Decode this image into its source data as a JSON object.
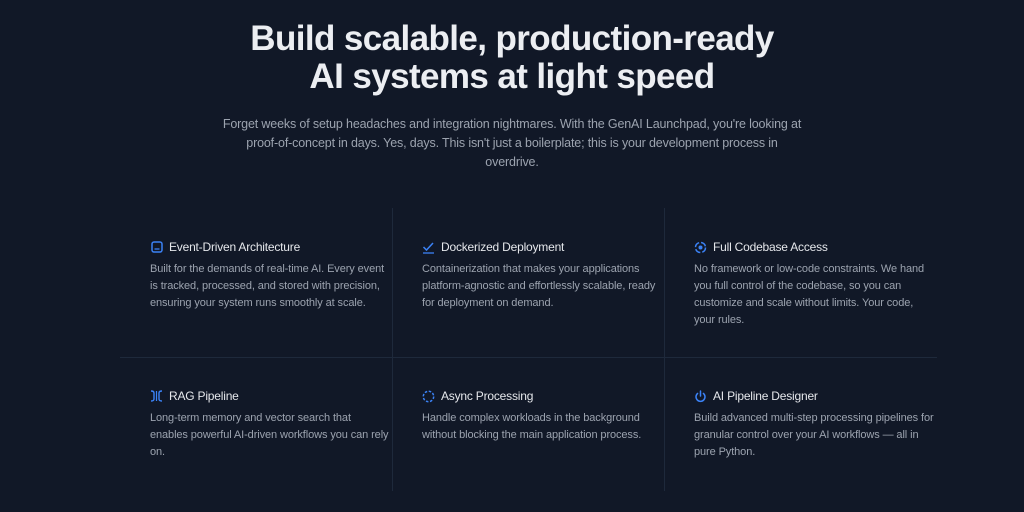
{
  "hero": {
    "title_line1": "Build scalable, production-ready",
    "title_line2": "AI systems at light speed",
    "subtitle": "Forget weeks of setup headaches and integration nightmares. With the GenAI Launchpad, you're looking at proof-of-concept in days. Yes, days. This isn't just a boilerplate; this is your development process in overdrive."
  },
  "colors": {
    "background": "#111827",
    "accent": "#3b82f6",
    "divider": "#1e293b",
    "text_primary": "#e5e7eb",
    "text_secondary": "#9ca3af"
  },
  "features": [
    {
      "icon": "terminal-window-icon",
      "title": "Event-Driven Architecture",
      "description": "Built for the demands of real-time AI. Every event is tracked, processed, and stored with precision, ensuring your system runs smoothly at scale."
    },
    {
      "icon": "check-icon",
      "title": "Dockerized Deployment",
      "description": "Containerization that makes your applications platform-agnostic and effortlessly scalable, ready for deployment on demand."
    },
    {
      "icon": "target-icon",
      "title": "Full Codebase Access",
      "description": "No framework or low-code constraints. We hand you full control of the codebase, so you can customize and scale without limits. Your code, your rules."
    },
    {
      "icon": "brackets-icon",
      "title": "RAG Pipeline",
      "description": "Long-term memory and vector search that enables powerful AI-driven workflows you can rely on."
    },
    {
      "icon": "dashed-circle-icon",
      "title": "Async Processing",
      "description": "Handle complex workloads in the background without blocking the main application process."
    },
    {
      "icon": "power-icon",
      "title": "AI Pipeline Designer",
      "description": "Build advanced multi-step processing pipelines for granular control over your AI workflows — all in pure Python."
    }
  ]
}
